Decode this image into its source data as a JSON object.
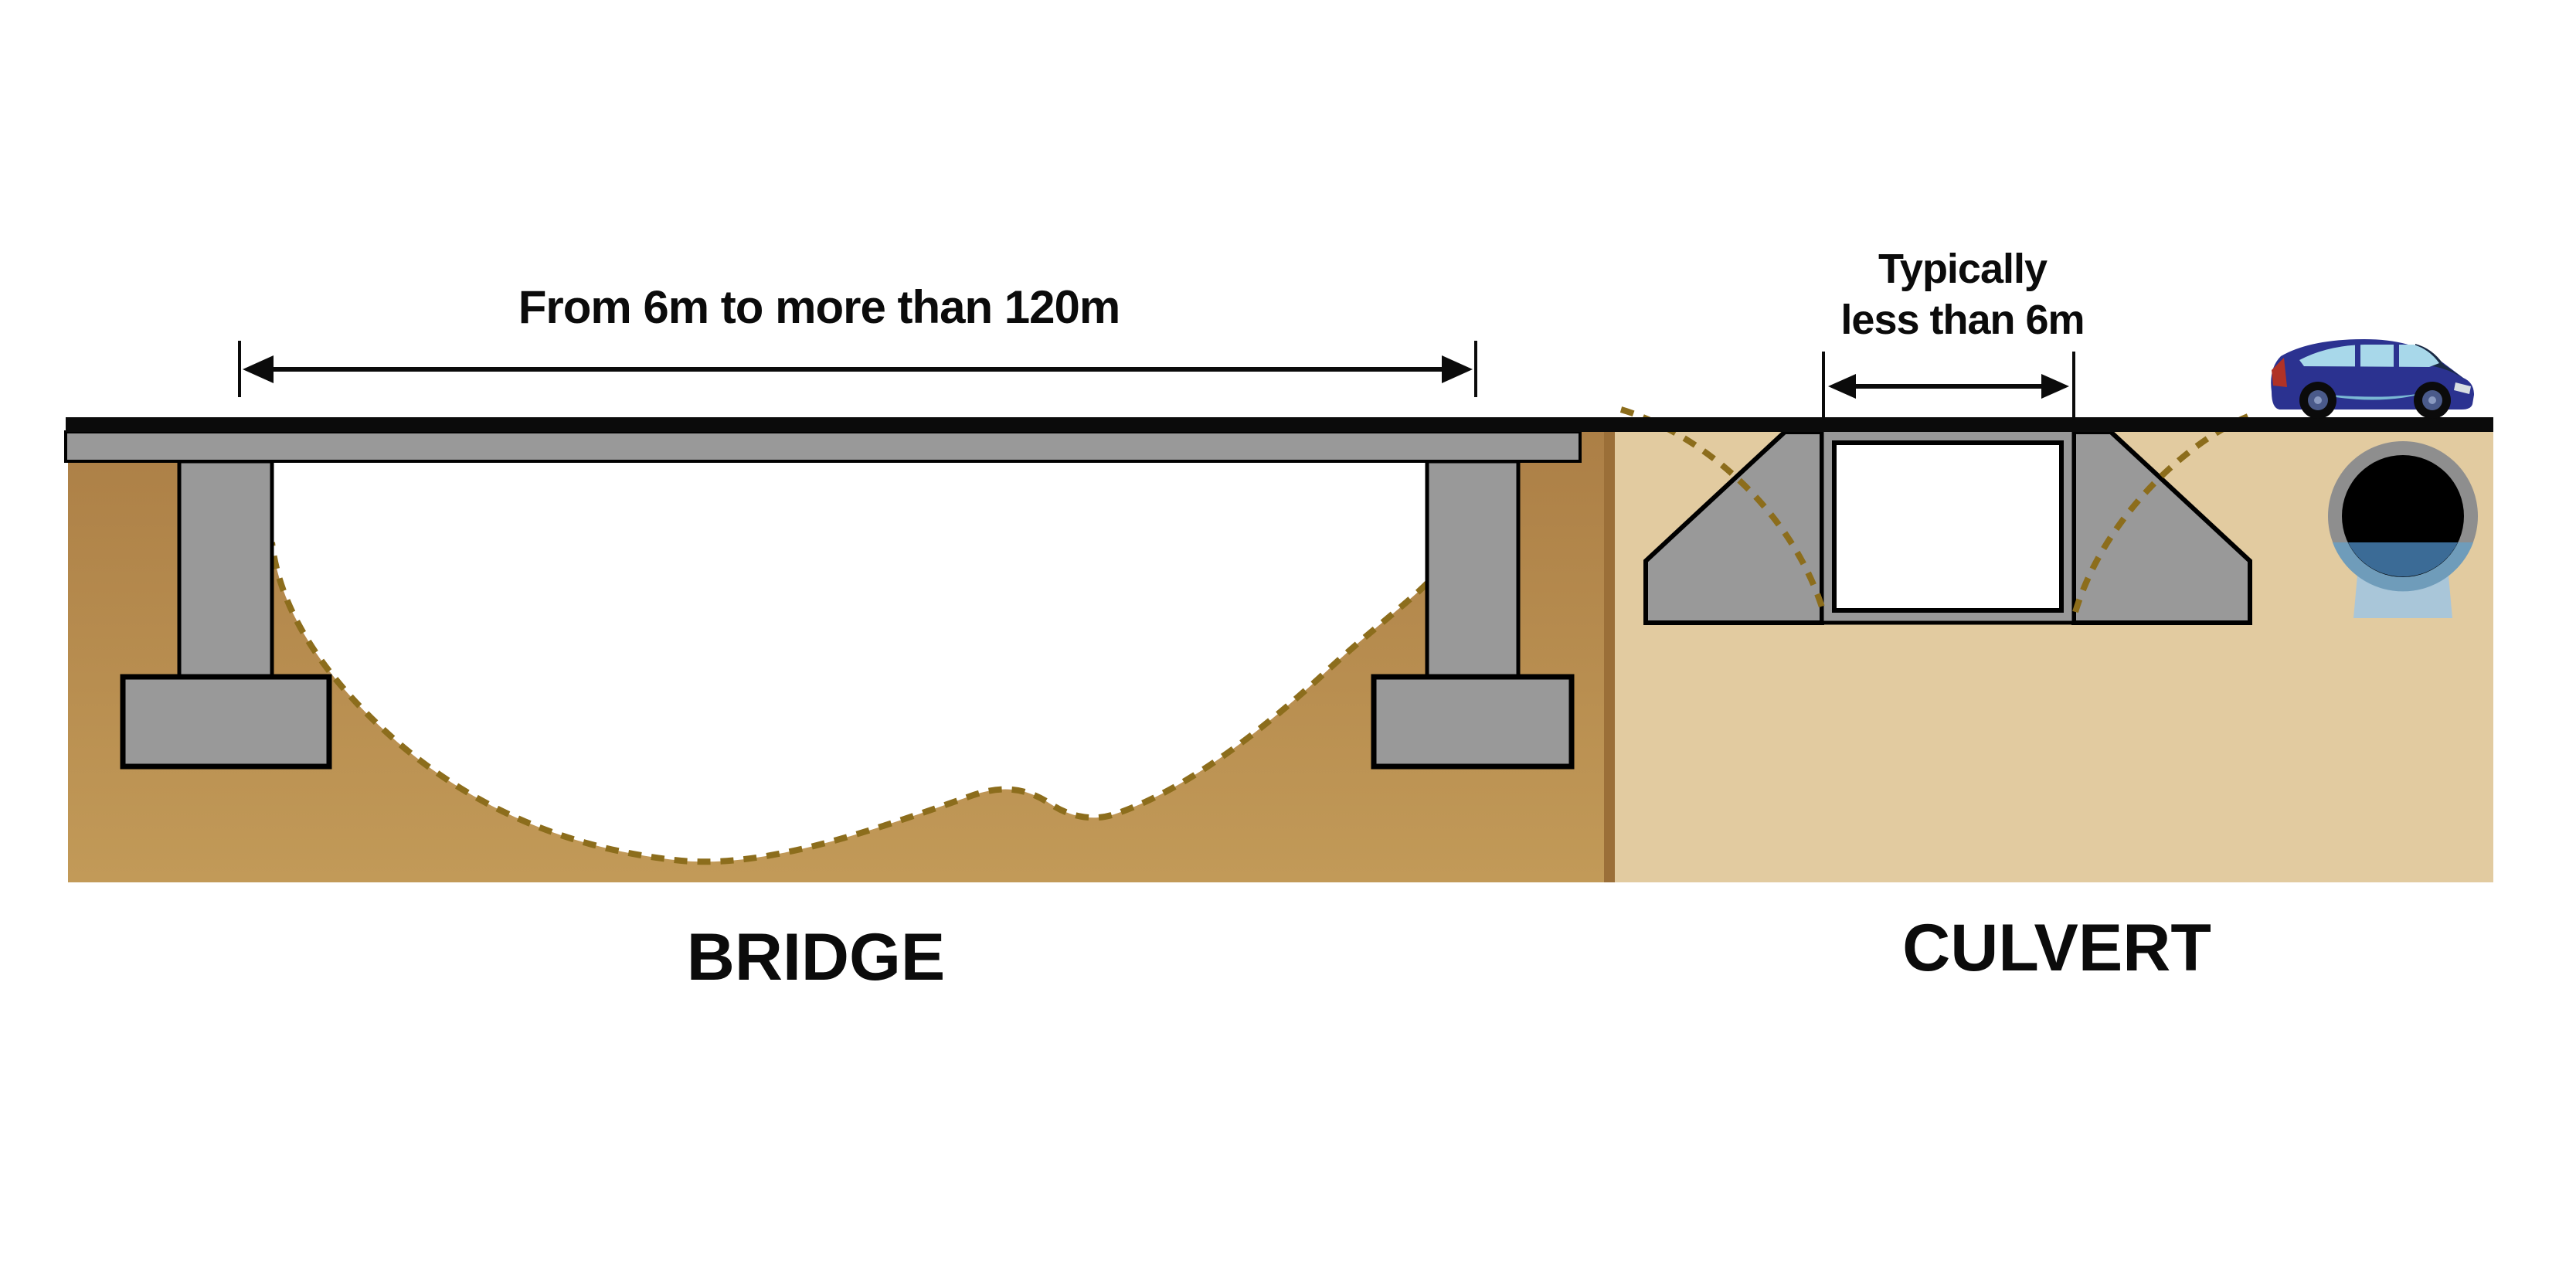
{
  "page": {
    "description": "Cross-section comparison diagram of a bridge and a culvert",
    "background": "#ffffff"
  },
  "bridge": {
    "label": "BRIDGE",
    "span_annotation": "From 6m to more than 120m"
  },
  "culvert": {
    "label": "CULVERT",
    "span_annotation_line1": "Typically",
    "span_annotation_line2": "less than 6m"
  },
  "icons": {
    "car": "car-icon",
    "pipe_culvert": "pipe-culvert-icon",
    "dimension_arrows": "double-arrow-icon"
  },
  "colors": {
    "road_black": "#0b0b0b",
    "concrete_gray": "#999999",
    "earth_dark_top": "#ac7f46",
    "earth_dark_bottom": "#c29a58",
    "earth_dark_edge": "#9b6f38",
    "earth_light": "#e2cba0",
    "stream_dash_olive": "#8c6d1c",
    "water_dark_blue": "#3b6b96",
    "water_mid_blue": "#6f9cba",
    "water_light_blue": "#a9c6d9",
    "car_body_blue": "#2b3290",
    "car_window_blue": "#a8d8ea",
    "car_roof_navy": "#1a2a45",
    "car_taillight_red": "#b03226",
    "outline_black": "#000000"
  }
}
